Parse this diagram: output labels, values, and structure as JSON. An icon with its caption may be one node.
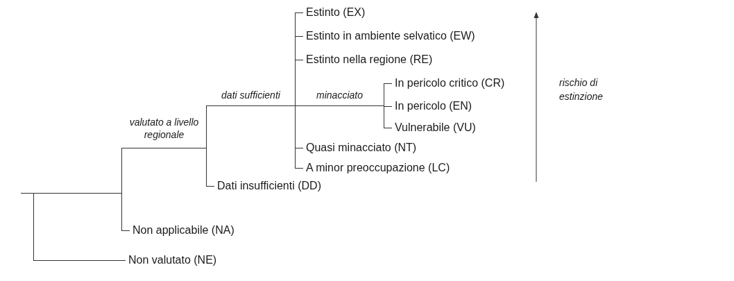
{
  "diagram": {
    "nodes": [
      {
        "text": [],
        "shape": "bar"
      },
      {
        "text": [],
        "shape": "bar"
      },
      {
        "text": [],
        "shape": "bar"
      },
      {
        "text": [],
        "shape": "bar"
      },
      {
        "text": [],
        "shape": "bar"
      },
      {
        "text": [
          "Estinto (EX)"
        ]
      },
      {
        "text": [
          "Estinto in ambiente selvatico (EW)"
        ]
      },
      {
        "text": [
          "Estinto nella regione (RE)"
        ]
      },
      {
        "text": [
          "In pericolo critico (CR)"
        ]
      },
      {
        "text": [
          "In pericolo (EN)"
        ]
      },
      {
        "text": [
          "Vulnerabile (VU)"
        ]
      },
      {
        "text": [
          "Quasi minacciato (NT)"
        ]
      },
      {
        "text": [
          "A minor preoccupazione (LC)"
        ]
      },
      {
        "text": [
          "Dati insufficienti (DD)"
        ]
      },
      {
        "text": [
          "Non applicabile (NA)"
        ]
      },
      {
        "text": [
          "Non valutato (NE)"
        ]
      }
    ],
    "edges": [
      {
        "from": null,
        "to": 0,
        "arrow": "none"
      },
      {
        "from": 0,
        "to": 1,
        "arrow": "none"
      },
      {
        "from": 0,
        "to": 15,
        "arrow": "none"
      },
      {
        "from": 1,
        "to": 2,
        "label": "valutato a livello regionale",
        "arrow": "none"
      },
      {
        "from": 1,
        "to": 14,
        "arrow": "none"
      },
      {
        "from": 2,
        "to": 3,
        "label": "dati sufficienti",
        "arrow": "none"
      },
      {
        "from": 2,
        "to": 13,
        "arrow": "none"
      },
      {
        "from": 3,
        "to": 5,
        "arrow": "none"
      },
      {
        "from": 3,
        "to": 6,
        "arrow": "none"
      },
      {
        "from": 3,
        "to": 7,
        "arrow": "none"
      },
      {
        "from": 3,
        "to": 4,
        "label": "minacciato",
        "arrow": "none"
      },
      {
        "from": 3,
        "to": 11,
        "arrow": "none"
      },
      {
        "from": 3,
        "to": 12,
        "arrow": "none"
      },
      {
        "from": 4,
        "to": 8,
        "arrow": "none"
      },
      {
        "from": 4,
        "to": 9,
        "arrow": "none"
      },
      {
        "from": 4,
        "to": 10,
        "arrow": "none"
      }
    ],
    "labels": [
      "rischio di estinzione"
    ]
  }
}
